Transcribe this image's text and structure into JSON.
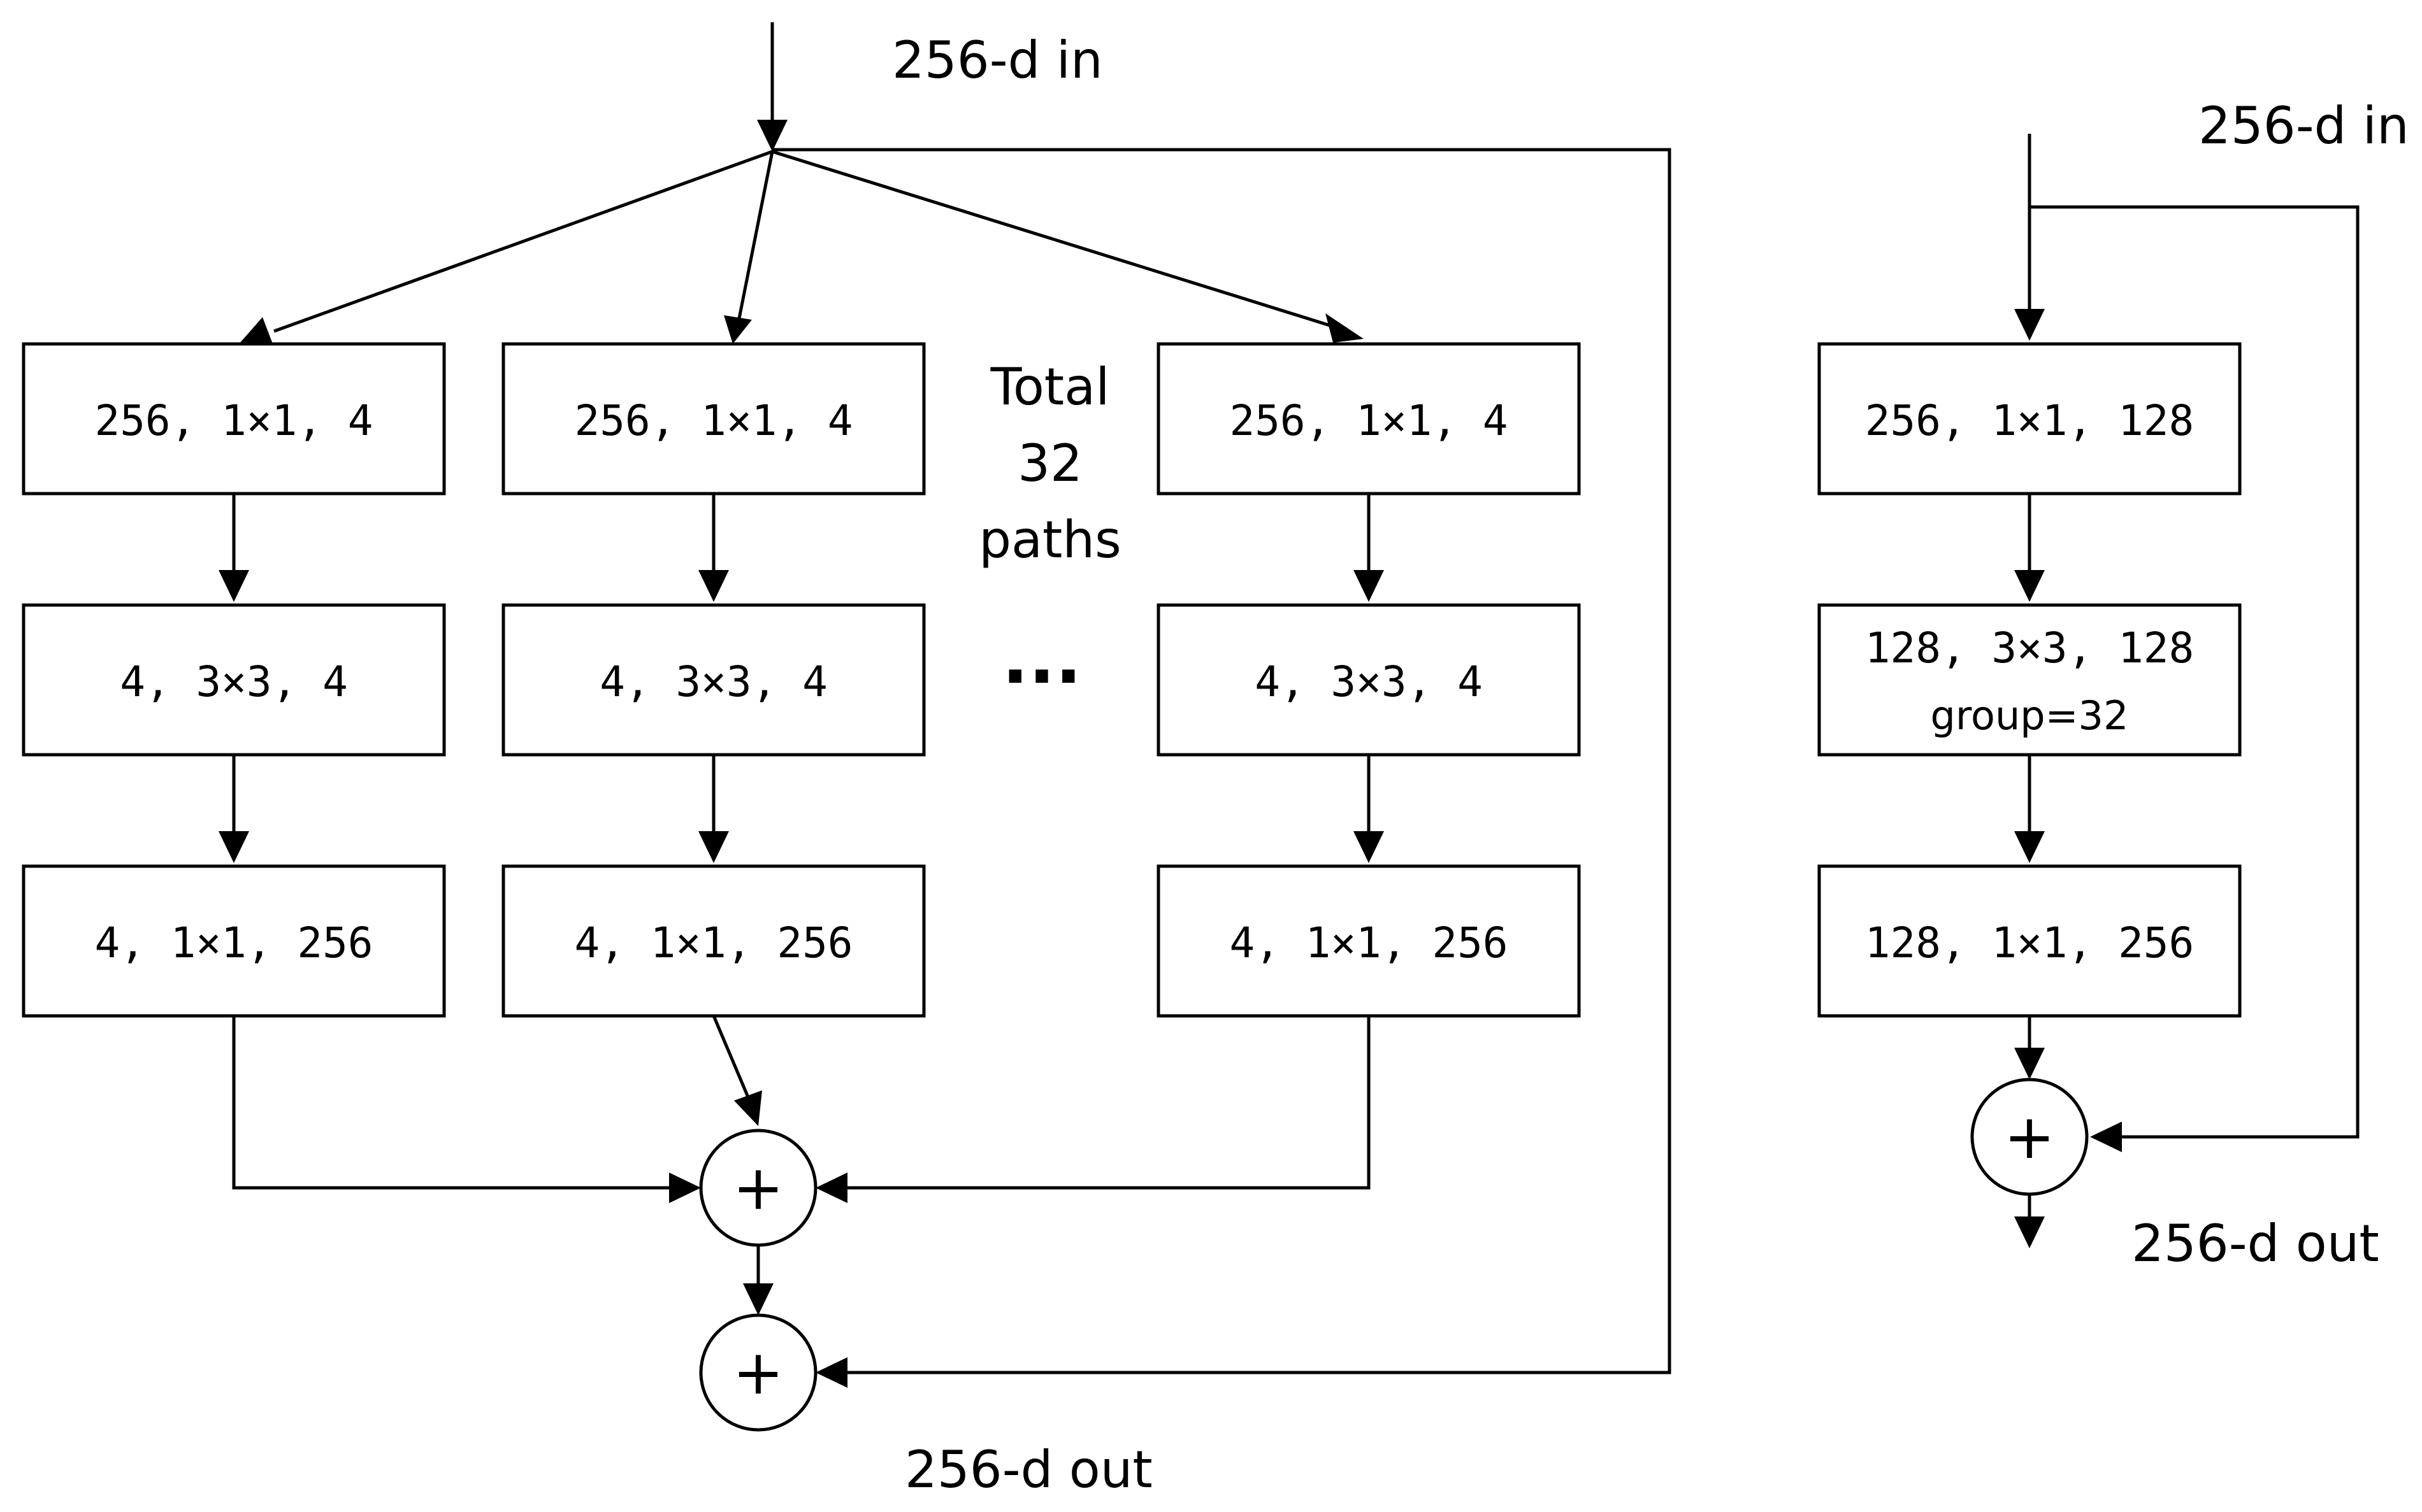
{
  "left_block": {
    "input_label": "256-d in",
    "output_label": "256-d out",
    "paths_note": [
      "Total",
      "32",
      "paths"
    ],
    "ellipsis": "···",
    "paths": [
      {
        "layers": [
          "256, 1×1, 4",
          "4, 3×3, 4",
          "4, 1×1, 256"
        ]
      },
      {
        "layers": [
          "256, 1×1, 4",
          "4, 3×3, 4",
          "4, 1×1, 256"
        ]
      },
      {
        "layers": [
          "256, 1×1, 4",
          "4, 3×3, 4",
          "4, 1×1, 256"
        ]
      }
    ],
    "aggregate_symbol": "+",
    "residual_symbol": "+"
  },
  "right_block": {
    "input_label": "256-d in",
    "output_label": "256-d out",
    "layers": [
      {
        "main": "256, 1×1, 128",
        "sub": ""
      },
      {
        "main": "128, 3×3, 128",
        "sub": "group=32"
      },
      {
        "main": "128, 1×1, 256",
        "sub": ""
      }
    ],
    "residual_symbol": "+"
  }
}
